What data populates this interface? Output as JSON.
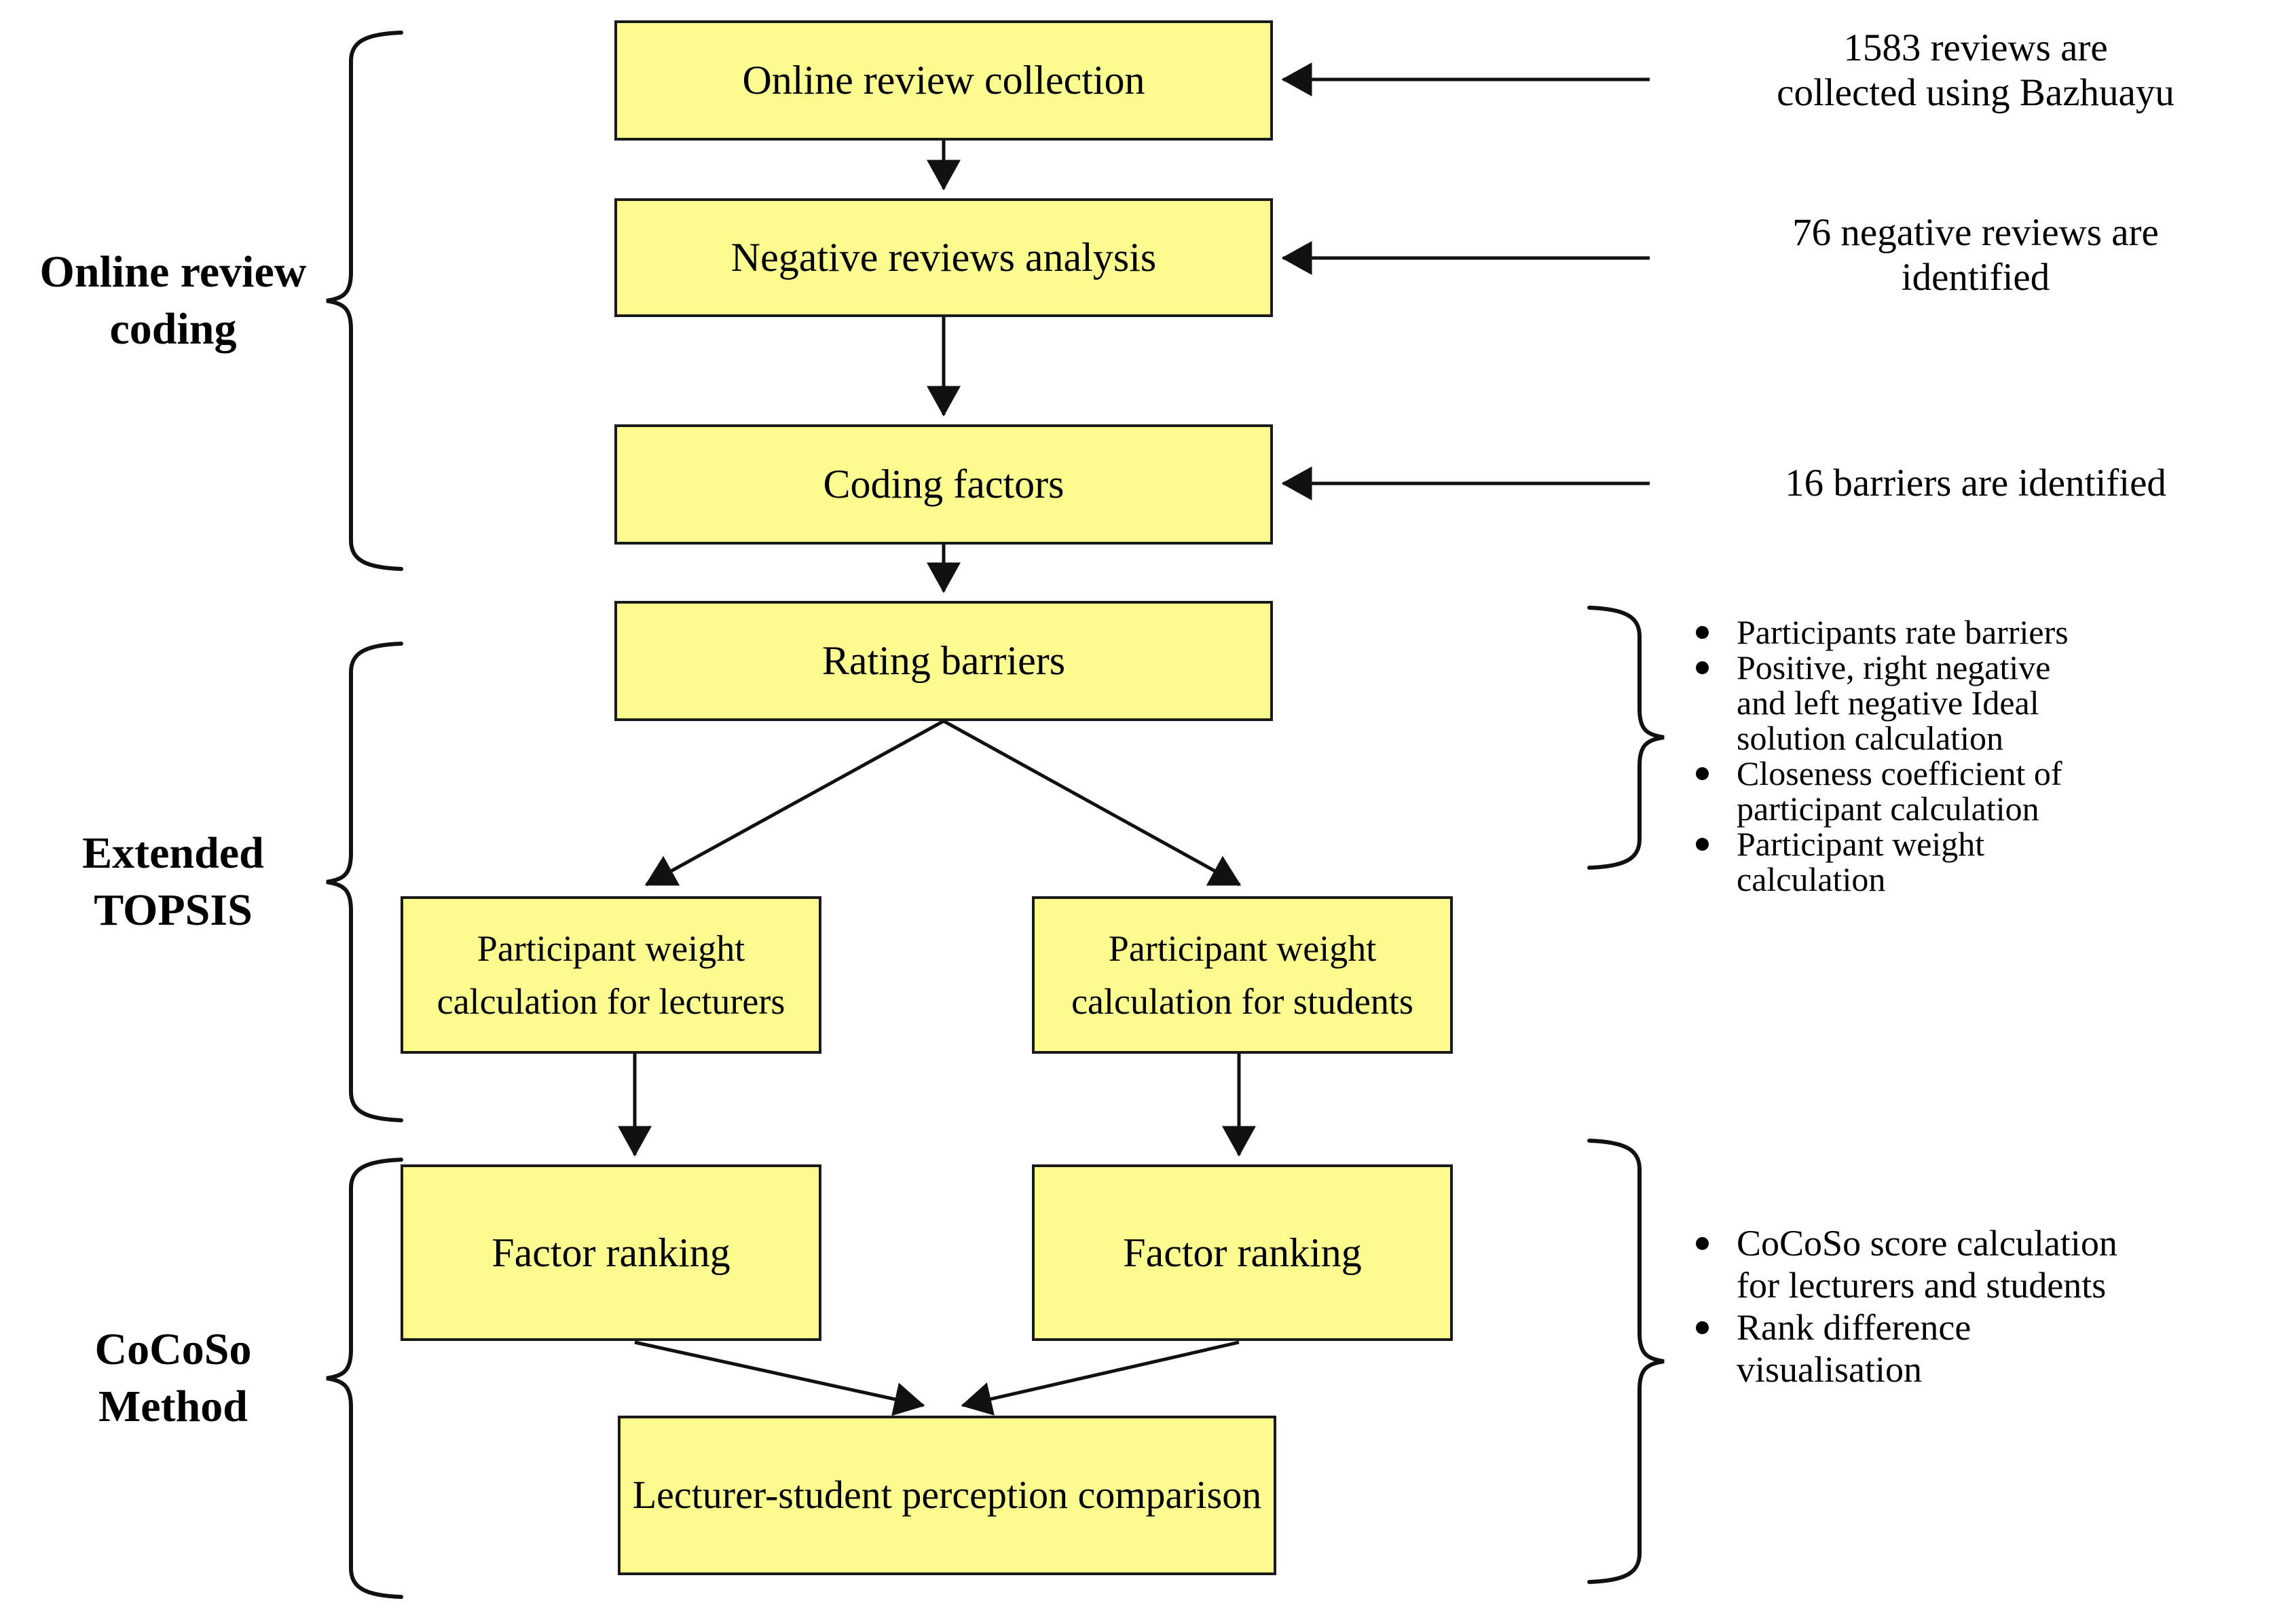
{
  "left_sections": [
    {
      "id": "online-review-coding",
      "line1": "Online review",
      "line2": "coding"
    },
    {
      "id": "extended-topsis",
      "line1": "Extended",
      "line2": "TOPSIS"
    },
    {
      "id": "cocoso-method",
      "line1": "CoCoSo",
      "line2": "Method"
    }
  ],
  "boxes": {
    "online_review_collection": "Online review collection",
    "negative_reviews_analysis": "Negative reviews analysis",
    "coding_factors": "Coding factors",
    "rating_barriers": "Rating barriers",
    "participant_weight_lecturers": "Participant weight calculation for lecturers",
    "participant_weight_students": "Participant weight calculation for students",
    "factor_ranking_left": "Factor ranking",
    "factor_ranking_right": "Factor ranking",
    "perception_comparison": "Lecturer-student perception comparison"
  },
  "side_notes": {
    "note1_line1": "1583 reviews are",
    "note1_line2": "collected using Bazhuayu",
    "note2_line1": "76 negative reviews are",
    "note2_line2": "identified",
    "note3": "16 barriers are identified"
  },
  "topsis_bullets": {
    "lines": [
      {
        "text": "Participants rate barriers",
        "bullet": true
      },
      {
        "text": "Positive, right negative",
        "bullet": true
      },
      {
        "text": "and left negative Ideal",
        "bullet": false
      },
      {
        "text": "solution calculation",
        "bullet": false
      },
      {
        "text": "Closeness coefficient of",
        "bullet": true
      },
      {
        "text": "participant calculation",
        "bullet": false
      },
      {
        "text": "Participant weight",
        "bullet": true
      },
      {
        "text": "calculation",
        "bullet": false
      }
    ]
  },
  "cocoso_bullets": {
    "lines": [
      {
        "text": "CoCoSo score calculation",
        "bullet": true
      },
      {
        "text": "for lecturers and students",
        "bullet": false
      },
      {
        "text": "Rank difference",
        "bullet": true
      },
      {
        "text": "visualisation",
        "bullet": false
      }
    ]
  },
  "colors": {
    "box_fill": "#FBFB8F",
    "box_border": "#1a1a1a",
    "line": "#111111"
  }
}
